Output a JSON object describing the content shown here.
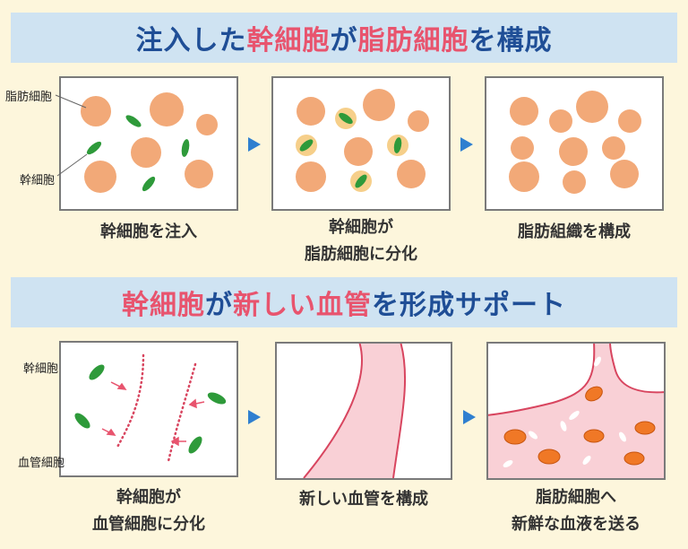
{
  "section1": {
    "title_parts": [
      "注入した",
      "幹細胞",
      "が",
      "脂肪細胞",
      "を構成"
    ],
    "panels": [
      {
        "caption_lines": [
          "幹細胞を注入"
        ]
      },
      {
        "caption_lines": [
          "幹細胞が",
          "脂肪細胞に分化"
        ]
      },
      {
        "caption_lines": [
          "脂肪組織を構成"
        ]
      }
    ],
    "labels": {
      "fat_cell": "脂肪細胞",
      "stem_cell": "幹細胞"
    }
  },
  "section2": {
    "title_parts": [
      "幹細胞",
      "が",
      "新しい血管",
      "を形成サポート"
    ],
    "panels": [
      {
        "caption_lines": [
          "幹細胞が",
          "血管細胞に分化"
        ]
      },
      {
        "caption_lines": [
          "新しい血管を構成"
        ]
      },
      {
        "caption_lines": [
          "脂肪細胞へ",
          "新鮮な血液を送る"
        ]
      }
    ],
    "labels": {
      "stem_cell": "幹細胞",
      "vascular_cell": "血管細胞"
    }
  },
  "colors": {
    "title_blue": "#1f4e96",
    "highlight_pink": "#e8546e",
    "banner_bg": "#cfe3f2",
    "fat_cell": "#f2a978",
    "stem_cell": "#2e9a3a",
    "vessel": "#f9d0d6",
    "vessel_edge": "#d8455f",
    "arrow": "#2f7fd0"
  }
}
